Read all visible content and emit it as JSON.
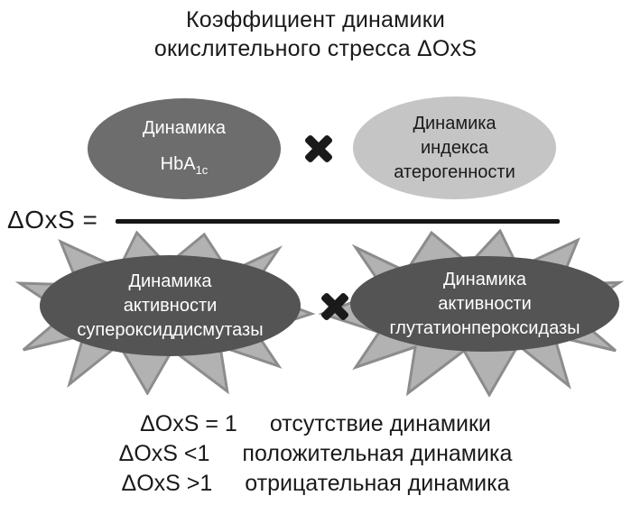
{
  "title": {
    "line1": "Коэффициент динамики",
    "line2": "окислительного стресса ΔOxS"
  },
  "formula": {
    "lhs": "ΔOxS =",
    "numerator": {
      "left": {
        "line1": "Динамика",
        "label_main": "HbA",
        "label_sub": "1c"
      },
      "operator": "×",
      "right": {
        "lines": [
          "Динамика",
          "индекса",
          "атерогенности"
        ]
      }
    },
    "denominator": {
      "left": {
        "lines": [
          "Динамика",
          "активности",
          "супероксиддисмутазы"
        ]
      },
      "operator": "×",
      "right": {
        "lines": [
          "Динамика",
          "активности",
          "глутатионпероксидазы"
        ]
      }
    }
  },
  "legend": {
    "rows": [
      {
        "expr": "ΔOxS = 1",
        "desc": "отсутствие динамики"
      },
      {
        "expr": "ΔOxS <1",
        "desc": "положительная динамика"
      },
      {
        "expr": "ΔOxS >1",
        "desc": "отрицательная динамика"
      }
    ]
  },
  "colors": {
    "dark_ellipse": "#6d6d6d",
    "darker_ellipse": "#545454",
    "light_ellipse": "#c5c5c5",
    "starburst_fill": "#b2b2b2",
    "starburst_stroke": "#8c8c8c",
    "text_dark": "#1a1a1a",
    "text_light": "#ffffff"
  }
}
